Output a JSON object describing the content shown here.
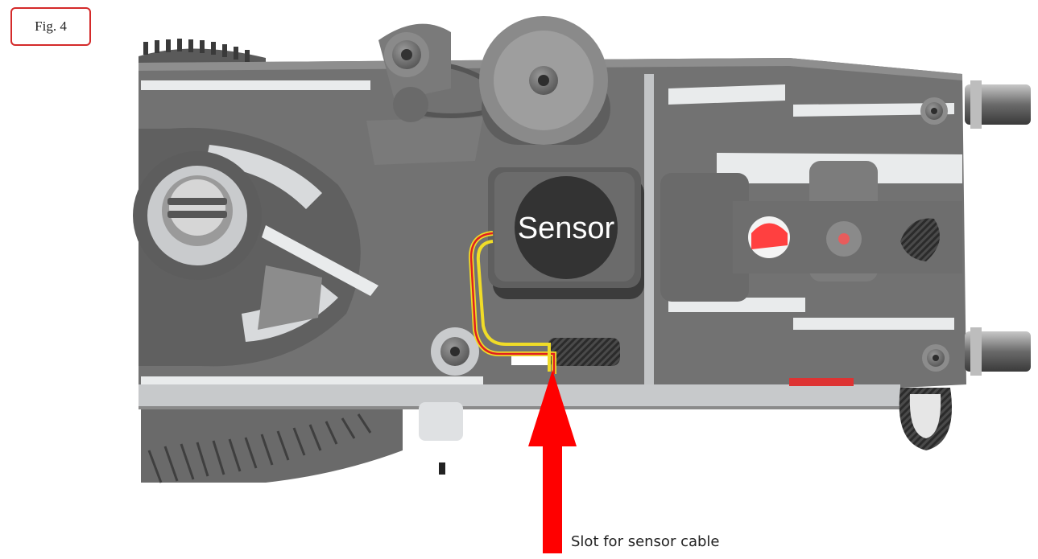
{
  "figure": {
    "label": "Fig. 4"
  },
  "component": {
    "sensor_label": "Sensor"
  },
  "annotation": {
    "caption": "Slot for sensor cable",
    "arrow_color": "#ff0000"
  },
  "colors": {
    "frame": "#727272",
    "frame_dark": "#5e5e5e",
    "frame_light": "#c9cbcd",
    "highlight": "#eef0f1",
    "wire_red": "#e02020",
    "wire_yellow": "#f0dc28",
    "badge_border": "#d42a2a"
  },
  "icons": [
    "screw-icon",
    "gear-icon",
    "pulley-icon",
    "arrow-up-icon"
  ]
}
